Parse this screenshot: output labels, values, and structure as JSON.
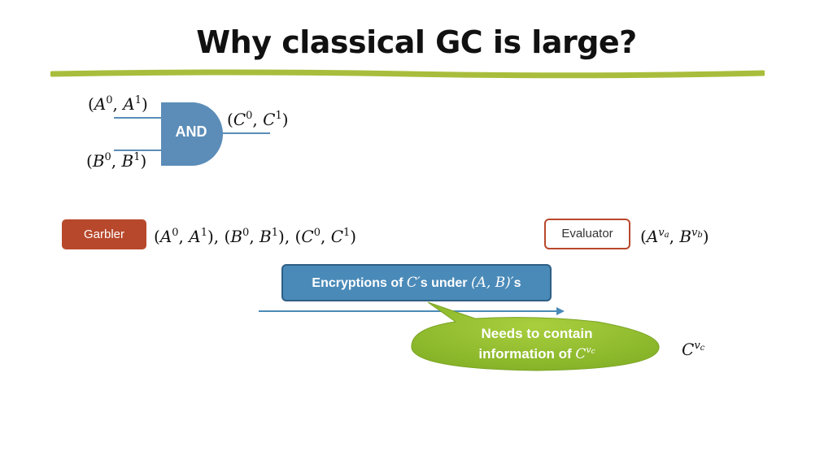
{
  "title": "Why classical GC is large?",
  "gate": {
    "label": "AND",
    "input_a": {
      "pre": "(",
      "s1": "A",
      "e1": "0",
      "comma": ", ",
      "s2": "A",
      "e2": "1",
      "post": ")"
    },
    "input_b": {
      "pre": "(",
      "s1": "B",
      "e1": "0",
      "comma": ", ",
      "s2": "B",
      "e2": "1",
      "post": ")"
    },
    "output": {
      "pre": "(",
      "s1": "C",
      "e1": "0",
      "comma": ", ",
      "s2": "C",
      "e2": "1",
      "post": ")"
    }
  },
  "garbler": {
    "label": "Garbler",
    "labels_text": {
      "a": {
        "pre": "(",
        "s1": "A",
        "e1": "0",
        "comma": ", ",
        "s2": "A",
        "e2": "1",
        "post": "),"
      },
      "b": {
        "pre": " (",
        "s1": "B",
        "e1": "0",
        "comma": ", ",
        "s2": "B",
        "e2": "1",
        "post": "),"
      },
      "c": {
        "pre": " (",
        "s1": "C",
        "e1": "0",
        "comma": ", ",
        "s2": "C",
        "e2": "1",
        "post": ")"
      }
    }
  },
  "evaluator": {
    "label": "Evaluator",
    "inputs_text": {
      "pre": "(",
      "s1": "A",
      "e1": "v",
      "e1sub": "a",
      "comma": ", ",
      "s2": "B",
      "e2": "v",
      "e2sub": "b",
      "post": ")"
    },
    "output_text": {
      "s": "C",
      "e": "v",
      "esub": "c"
    }
  },
  "message": {
    "part1": "Encryptions of ",
    "math1": "C′",
    "part2": "s under ",
    "math2": "(A, B)′",
    "part3": "s"
  },
  "callout": {
    "line1": "Needs to contain",
    "line2": "information of ",
    "math_s": "C",
    "math_e": "v",
    "math_sub": "c"
  },
  "colors": {
    "title_rule": "#a9bd3c",
    "gate_fill": "#5b8db8",
    "garbler_fill": "#b8482c",
    "evaluator_border": "#b8482c",
    "message_fill": "#4a8ab8",
    "arrow": "#4a8ab8",
    "callout_fill": "#93bf2e"
  }
}
